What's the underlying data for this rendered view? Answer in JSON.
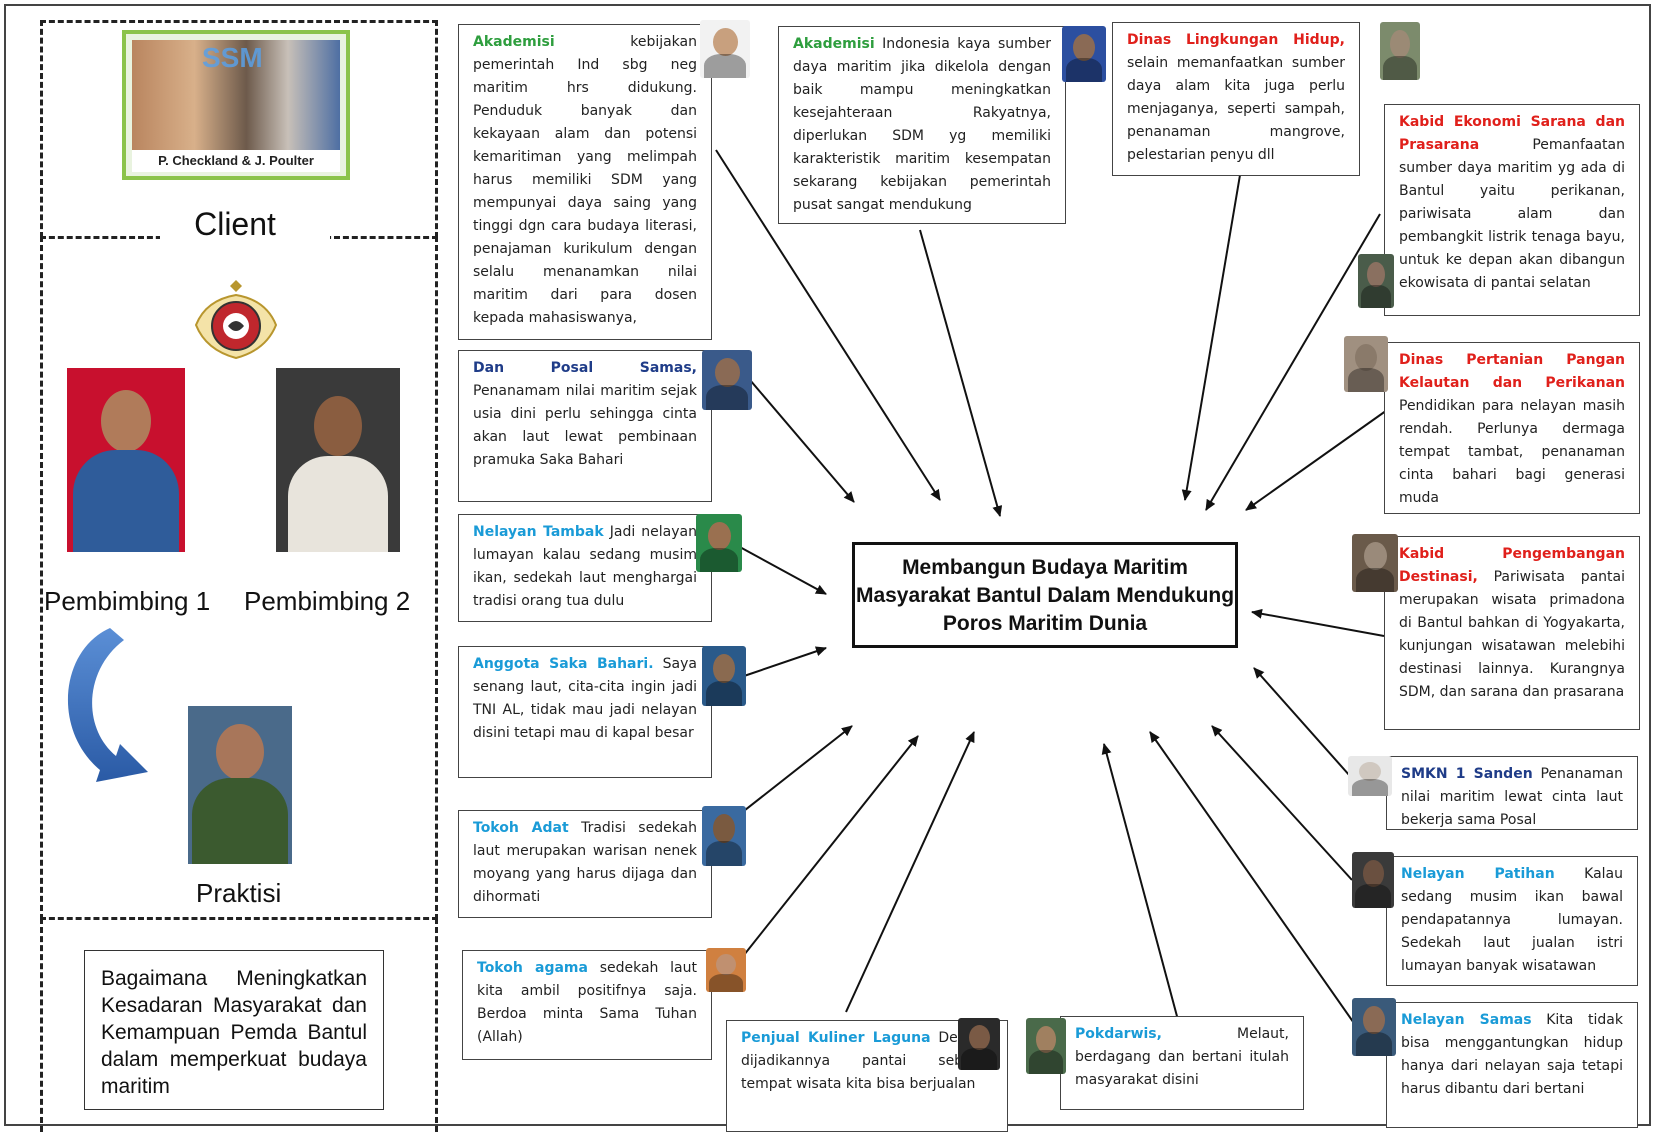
{
  "colors": {
    "green": "#2e9e3e",
    "blue": "#1a9bd7",
    "navy": "#1f3c88",
    "red": "#e0201b",
    "text": "#222222"
  },
  "framework": {
    "photo_title": "SSM",
    "photo_caption": "P. Checkland & J. Poulter",
    "client_label": "Client",
    "pembimbing1": "Pembimbing 1",
    "pembimbing2": "Pembimbing 2",
    "praktisi": "Praktisi"
  },
  "research_question": "Bagaimana Meningkatkan Kesadaran Masyarakat dan Kemampuan Pemda Bantul dalam memperkuat budaya maritim",
  "center": "Membangun Budaya Maritim Masyarakat Bantul Dalam Mendukung Poros Maritim Dunia",
  "cards": [
    {
      "id": "akademisi1",
      "title": "Akademisi",
      "title_color": "green",
      "text": "kebijakan pemerintah Ind sbg neg maritim hrs didukung. Penduduk banyak dan kekayaan alam dan potensi kemaritiman yang melimpah harus memiliki SDM yang mempunyai daya saing yang tinggi dgn cara budaya literasi, penajaman kurikulum dengan selalu menanamkan nilai maritim dari para dosen kepada mahasiswanya,"
    },
    {
      "id": "akademisi2",
      "title": "Akademisi",
      "title_color": "green",
      "text": "Indonesia kaya sumber daya maritim jika dikelola dengan baik mampu meningkatkan kesejahteraan Rakyatnya, diperlukan SDM yg memiliki karakteristik maritim kesempatan sekarang kebijakan pemerintah pusat sangat mendukung"
    },
    {
      "id": "dinas-lh",
      "title": "Dinas Lingkungan Hidup,",
      "title_color": "red",
      "text": "selain memanfaatkan sumber daya alam kita juga perlu menjaganya, seperti sampah, penanaman mangrove, pelestarian penyu dll"
    },
    {
      "id": "kabid-ekonomi",
      "title": "Kabid Ekonomi Sarana dan Prasarana",
      "title_color": "red",
      "text": "Pemanfaatan sumber daya maritim yg ada di Bantul yaitu perikanan, pariwisata alam dan pembangkit listrik tenaga bayu, untuk ke depan akan dibangun ekowisata di pantai selatan"
    },
    {
      "id": "dinas-pertanian",
      "title": "Dinas Pertanian Pangan Kelautan dan Perikanan",
      "title_color": "red",
      "text": "Pendidikan para nelayan masih rendah. Perlunya dermaga tempat tambat, penanaman cinta bahari bagi generasi muda"
    },
    {
      "id": "kabid-destinasi",
      "title": "Kabid Pengembangan Destinasi,",
      "title_color": "red",
      "text": "Pariwisata pantai merupakan wisata primadona di Bantul bahkan di Yogyakarta, kunjungan wisatawan melebihi destinasi lainnya. Kurangnya SDM, dan sarana dan prasarana"
    },
    {
      "id": "smkn",
      "title": "SMKN 1 Sanden",
      "title_color": "navy",
      "text": "Penanaman nilai maritim lewat cinta laut bekerja sama Posal"
    },
    {
      "id": "nelayan-patihan",
      "title": "Nelayan Patihan",
      "title_color": "blue",
      "text": "Kalau sedang musim ikan bawal pendapatannya lumayan. Sedekah laut jualan istri lumayan banyak wisatawan"
    },
    {
      "id": "nelayan-samas",
      "title": "Nelayan Samas",
      "title_color": "blue",
      "text": "Kita tidak bisa menggantungkan hidup hanya dari nelayan saja tetapi harus dibantu dari bertani"
    },
    {
      "id": "pokdarwis",
      "title": "Pokdarwis,",
      "title_color": "blue",
      "text": "Melaut, berdagang dan bertani itulah masyarakat disini"
    },
    {
      "id": "penjual",
      "title": "Penjual Kuliner Laguna",
      "title_color": "blue",
      "text": "Dengan dijadikannya pantai sebagai tempat wisata kita bisa berjualan"
    },
    {
      "id": "tokoh-agama",
      "title": "Tokoh agama",
      "title_color": "blue",
      "text": "sedekah laut kita ambil positifnya saja. Berdoa minta Sama Tuhan (Allah)"
    },
    {
      "id": "tokoh-adat",
      "title": "Tokoh Adat",
      "title_color": "blue",
      "text": "Tradisi sedekah laut merupakan warisan nenek moyang yang harus dijaga dan dihormati"
    },
    {
      "id": "saka-bahari",
      "title": "Anggota Saka Bahari.",
      "title_color": "blue",
      "text": "Saya senang laut, cita-cita ingin jadi TNI AL, tidak mau jadi nelayan disini tetapi mau di kapal besar"
    },
    {
      "id": "nelayan-tambak",
      "title": "Nelayan Tambak",
      "title_color": "blue",
      "text": "Jadi nelayan lumayan kalau sedang musim ikan, sedekah laut menghargai tradisi orang tua dulu"
    },
    {
      "id": "posal",
      "title": "Dan Posal Samas,",
      "title_color": "navy",
      "text": "Penanamam nilai maritim sejak usia dini perlu sehingga cinta akan laut lewat pembinaan pramuka Saka Bahari"
    }
  ]
}
